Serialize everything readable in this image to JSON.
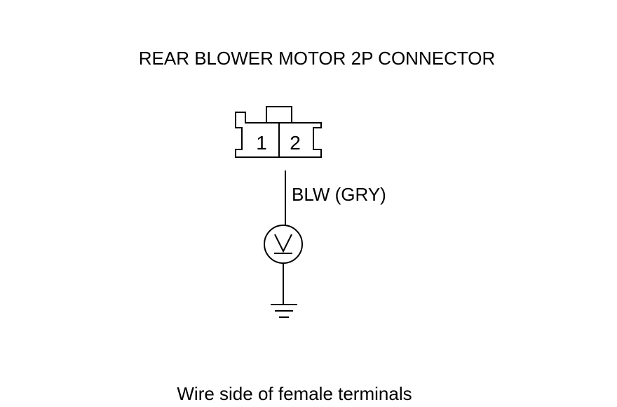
{
  "diagram": {
    "title": "REAR BLOWER MOTOR 2P CONNECTOR",
    "connector": {
      "terminal_1": "1",
      "terminal_2": "2"
    },
    "wire_label": "BLW (GRY)",
    "meter_symbol": "V",
    "footer_caption": "Wire side of female terminals"
  }
}
